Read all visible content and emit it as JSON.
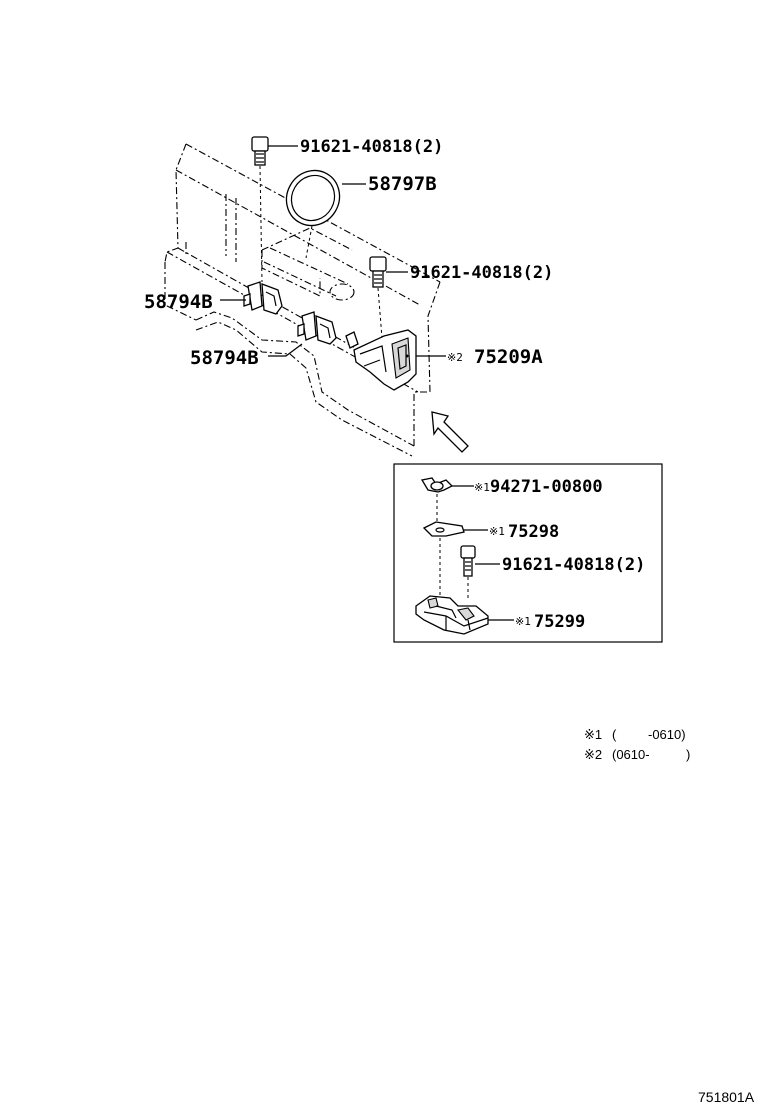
{
  "parts": {
    "bolt_top": {
      "number": "91621-40818",
      "qty": "(2)"
    },
    "grommet": {
      "number": "58797B"
    },
    "bolt_mid": {
      "number": "91621-40818",
      "qty": "(2)"
    },
    "clip_upper": {
      "number": "58794B"
    },
    "clip_lower": {
      "number": "58794B"
    },
    "holder": {
      "mark": "※2",
      "number": "75209A"
    }
  },
  "inset": {
    "wing_nut": {
      "mark": "※1",
      "number": "94271-00800"
    },
    "plate": {
      "mark": "※1",
      "number": "75298"
    },
    "bolt": {
      "number": "91621-40818",
      "qty": "(2)"
    },
    "bracket": {
      "mark": "※1",
      "number": "75299"
    }
  },
  "notes": {
    "note1": {
      "mark": "※1",
      "open": "(",
      "end": "-0610)"
    },
    "note2": {
      "mark": "※2",
      "start": "(0610-",
      "close": ")"
    }
  },
  "figure_id": "751801A"
}
